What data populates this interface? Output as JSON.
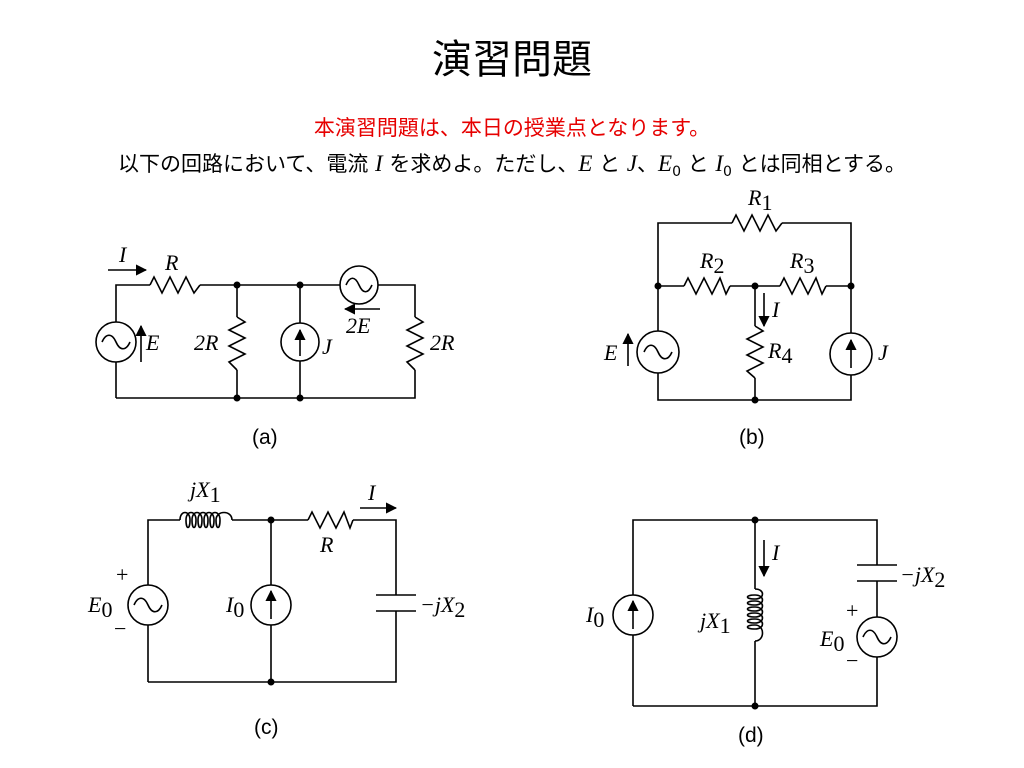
{
  "title": "演習問題",
  "notice": {
    "text": "本演習問題は、本日の授業点となります。",
    "color": "#e60000"
  },
  "instruction": {
    "p1": "以下の回路において、電流 ",
    "v_I": "I",
    "p2": " を求めよ。ただし、",
    "v_E": "E",
    "p3": " と ",
    "v_J": "J",
    "p4": "、",
    "v_E0": "E",
    "sub0a": "0",
    "p5": " と ",
    "v_I0": "I",
    "sub0b": "0",
    "p6": " とは同相とする。"
  },
  "circuits": {
    "a": {
      "caption": "(a)",
      "current": "I",
      "series_resistor": "R",
      "source_voltage": "E",
      "shunt_resistor": "2R",
      "current_source": "J",
      "series_source": "2E",
      "load_resistor": "2R"
    },
    "b": {
      "caption": "(b)",
      "R": "R",
      "sub1": "1",
      "sub2": "2",
      "sub3": "3",
      "sub4": "4",
      "current": "I",
      "source_voltage": "E",
      "current_source": "J"
    },
    "c": {
      "caption": "(c)",
      "inductor": "jX",
      "inductor_sub": "1",
      "current": "I",
      "resistor": "R",
      "plus": "+",
      "minus": "−",
      "source_voltage": "E",
      "source_voltage_sub": "0",
      "current_source": "I",
      "current_source_sub": "0",
      "capacitor": "−jX",
      "capacitor_sub": "2"
    },
    "d": {
      "caption": "(d)",
      "current": "I",
      "capacitor": "−jX",
      "capacitor_sub": "2",
      "current_source": "I",
      "current_source_sub": "0",
      "inductor": "jX",
      "inductor_sub": "1",
      "plus": "+",
      "minus": "−",
      "source_voltage": "E",
      "source_voltage_sub": "0"
    }
  }
}
